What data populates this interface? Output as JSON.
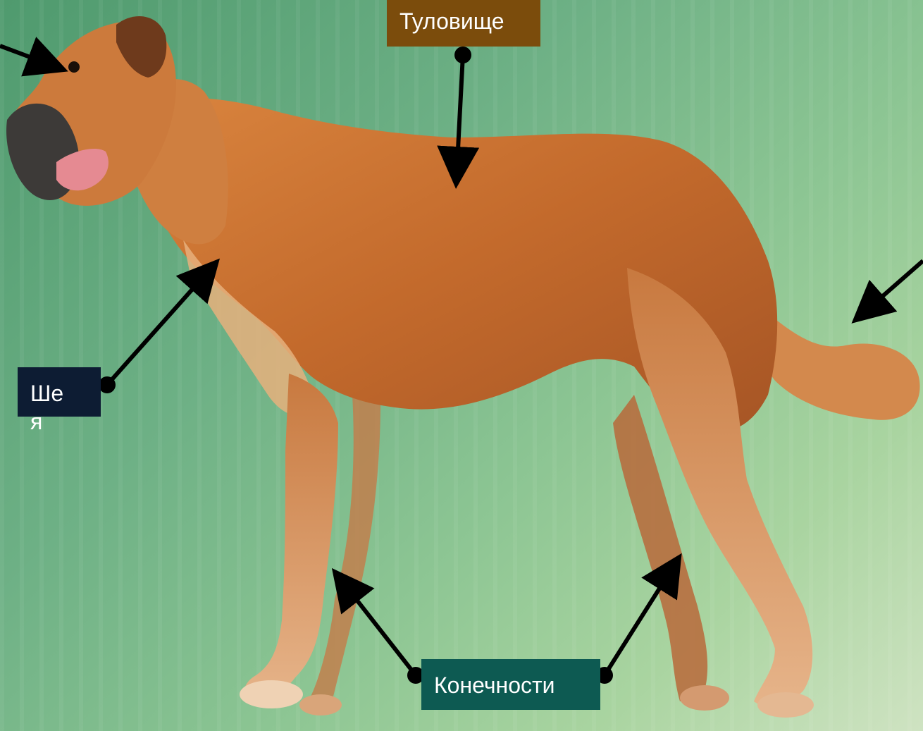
{
  "labels": {
    "torso": "Туловище",
    "neck": "Шея",
    "limbs": "Конечности"
  },
  "colors": {
    "torso_box": "#7b4c0c",
    "neck_box": "#0d1c33",
    "limbs_box": "#0d5a52",
    "arrow": "#000000"
  }
}
